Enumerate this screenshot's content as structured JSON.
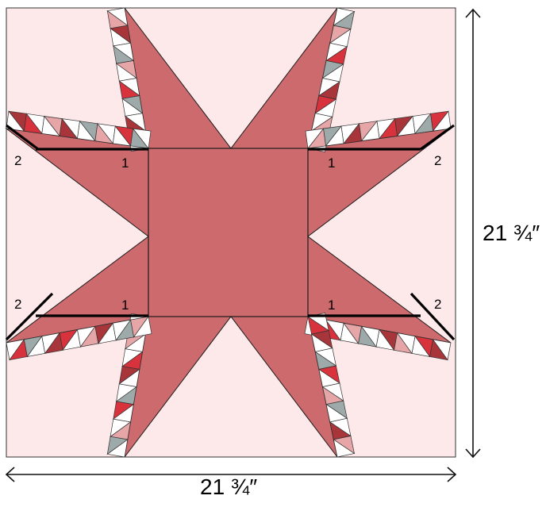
{
  "diagram": {
    "width_label": "21 ¾″",
    "height_label": "21 ¾″",
    "seam_labels": [
      "1",
      "1",
      "1",
      "1",
      "2",
      "2",
      "2",
      "2"
    ]
  },
  "colors": {
    "background": "#fde8ea",
    "star": "#cd6a6d",
    "dark_red": "#a8353a",
    "bright_red": "#d8323c",
    "pink": "#e6a5a7",
    "gray": "#9eaaa9",
    "white": "#ffffff",
    "outline": "#1a1a1a"
  }
}
